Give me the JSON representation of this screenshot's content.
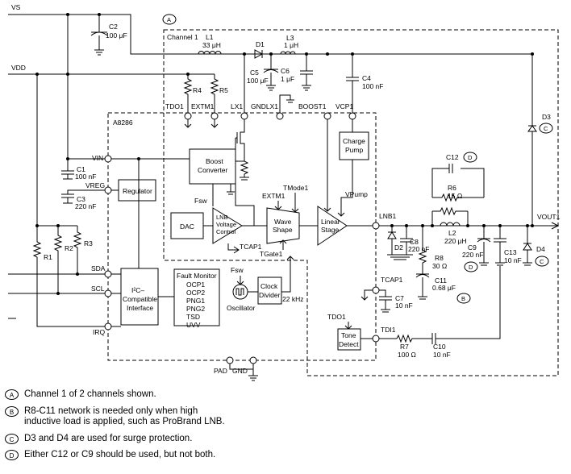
{
  "nets": {
    "vs": "VS",
    "vdd": "VDD",
    "vout": "VOUT1"
  },
  "chip": {
    "name": "A8286",
    "channel": "Channel 1",
    "pins": {
      "vin": "VIN",
      "vreg": "VREG",
      "sda": "SDA",
      "scl": "SCL",
      "irq": "IRQ",
      "pad": "PAD",
      "gnd": "GND",
      "tdo1": "TDO1",
      "extm1": "EXTM1",
      "lx1": "LX1",
      "gndlx1": "GNDLX1",
      "boost1": "BOOST1",
      "vcp1": "VCP1",
      "lnb1": "LNB1",
      "tcap1": "TCAP1",
      "tdi1": "TDI1"
    },
    "blocks": {
      "regulator": "Regulator",
      "dac": "DAC",
      "boost_conv_1": "Boost",
      "boost_conv_2": "Converter",
      "lnb_ctrl_1": "LNB",
      "lnb_ctrl_2": "Voltage",
      "lnb_ctrl_3": "Control",
      "wave_1": "Wave",
      "wave_2": "Shape",
      "linear_1": "Linear",
      "linear_2": "Stage",
      "pump_1": "Charge",
      "pump_2": "Pump",
      "i2c_1": "I²C–",
      "i2c_2": "Compatible",
      "i2c_3": "Interface",
      "fault_title": "Fault Monitor",
      "fault_items": [
        "OCP1",
        "OCP2",
        "PNG1",
        "PNG2",
        "TSD",
        "UVV"
      ],
      "osc": "Oscillator",
      "clock_1": "Clock",
      "clock_2": "Divider",
      "tone_1": "Tone",
      "tone_2": "Detect"
    },
    "signals": {
      "fsw_a": "Fsw",
      "fsw_b": "Fsw",
      "tcap1": "TCAP1",
      "extm1": "EXTM1",
      "tmode1": "TMode1",
      "tgate1": "TGate1",
      "vpump": "VPump",
      "clk": "22 kHz"
    }
  },
  "components": {
    "c1": [
      "C1",
      "100 nF"
    ],
    "c2": [
      "C2",
      "100 μF"
    ],
    "c3": [
      "C3",
      "220 nF"
    ],
    "c4": [
      "C4",
      "100 nF"
    ],
    "c5": [
      "C5",
      "100 μF"
    ],
    "c6": [
      "C6",
      "1 μF"
    ],
    "c7": [
      "C7",
      "10 nF"
    ],
    "c8": [
      "C8",
      "220 nF"
    ],
    "c9": [
      "C9",
      "220 nF"
    ],
    "c10": [
      "C10",
      "10 nF"
    ],
    "c11": [
      "C11",
      "0.68 μF"
    ],
    "c12": [
      "C12"
    ],
    "c13": [
      "C13",
      "10 nF"
    ],
    "l1": [
      "L1",
      "33 μH"
    ],
    "l2": [
      "L2",
      "220 μH"
    ],
    "l3": [
      "L3",
      "1 μH"
    ],
    "r1": [
      "R1"
    ],
    "r2": [
      "R2"
    ],
    "r3": [
      "R3"
    ],
    "r4": [
      "R4"
    ],
    "r5": [
      "R5"
    ],
    "r6": [
      "R6",
      "15 Ω"
    ],
    "r7": [
      "R7",
      "100 Ω"
    ],
    "r8": [
      "R8",
      "30 Ω"
    ],
    "d1": [
      "D1"
    ],
    "d2": [
      "D2"
    ],
    "d3": [
      "D3"
    ],
    "d4": [
      "D4"
    ]
  },
  "markers": {
    "a": "A",
    "b": "B",
    "c": "C",
    "d": "D"
  },
  "notes": [
    {
      "marker": "A",
      "text": "Channel 1 of 2 channels shown."
    },
    {
      "marker": "B",
      "text": "R8-C11 network is needed only when high\ninductive load is applied, such as ProBrand LNB."
    },
    {
      "marker": "C",
      "text": "D3 and D4 are used for surge protection."
    },
    {
      "marker": "D",
      "text": "Either C12 or C9 should be used, but not both."
    }
  ]
}
